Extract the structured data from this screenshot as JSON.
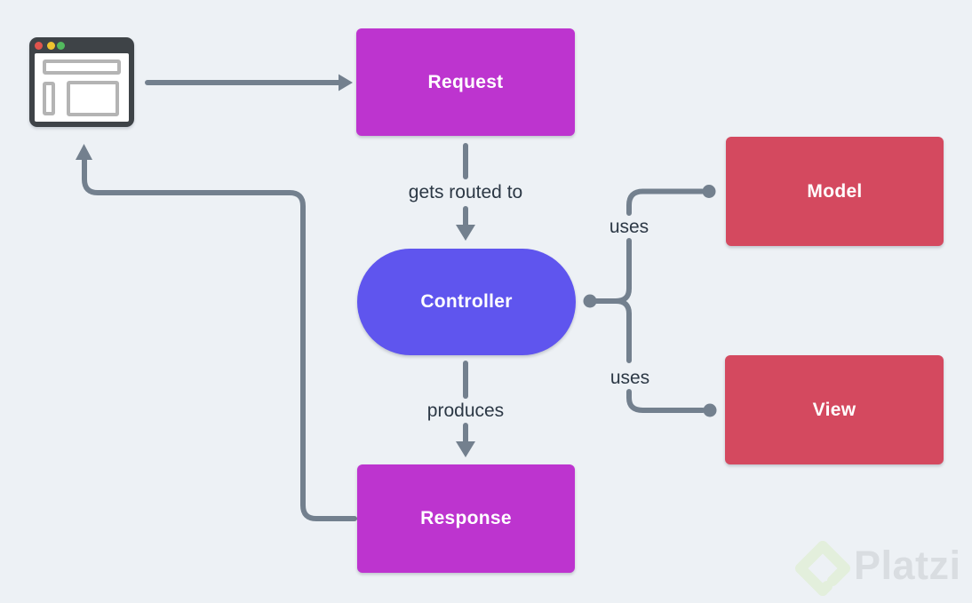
{
  "canvas": {
    "background": "#edf1f5"
  },
  "colors": {
    "connector": "#73808e",
    "edge_label_text": "#2c3845",
    "node_text": "#ffffff",
    "magenta": "#bd34cf",
    "violet": "#5f55ee",
    "crimson": "#d4495f",
    "browser_frame": "#3e4347",
    "browser_dot_red": "#e0544d",
    "browser_dot_yellow": "#eec32f",
    "browser_dot_green": "#52b95e",
    "browser_wireframe": "#b4b4b4",
    "watermark_logo": "#e3efdc",
    "watermark_text": "#d9dde1"
  },
  "icons": {
    "browser": "browser-window-icon",
    "watermark_logo": "platzi-logo-icon"
  },
  "nodes": {
    "request": {
      "label": "Request",
      "color_key": "magenta"
    },
    "controller": {
      "label": "Controller",
      "color_key": "violet"
    },
    "model": {
      "label": "Model",
      "color_key": "crimson"
    },
    "view": {
      "label": "View",
      "color_key": "crimson"
    },
    "response": {
      "label": "Response",
      "color_key": "magenta"
    }
  },
  "edges": {
    "browser_to_request": {
      "label": ""
    },
    "request_to_controller": {
      "label": "gets routed to"
    },
    "controller_to_model": {
      "label": "uses"
    },
    "controller_to_view": {
      "label": "uses"
    },
    "controller_to_response": {
      "label": "produces"
    },
    "response_to_browser": {
      "label": ""
    }
  },
  "watermark": {
    "brand": "Platzi"
  }
}
